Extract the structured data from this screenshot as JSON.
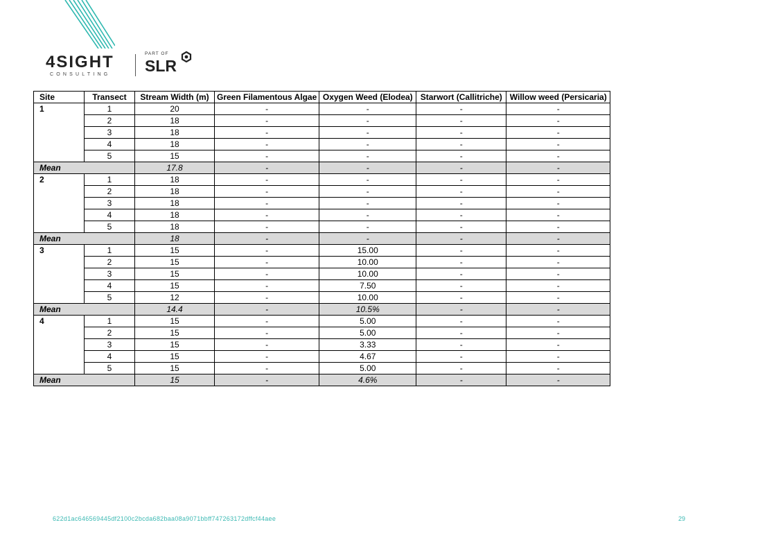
{
  "header": {
    "logo_main": "4SIGHT",
    "logo_sub": "CONSULTING",
    "logo_part_of": "PART OF",
    "logo_parent": "SLR"
  },
  "table": {
    "headers": [
      "Site",
      "Transect",
      "Stream Width (m)",
      "Green Filamentous Algae",
      "Oxygen Weed (Elodea)",
      "Starwort (Callitriche)",
      "Willow weed (Persicaria)"
    ],
    "sites": [
      {
        "site": "1",
        "rows": [
          [
            "1",
            "20",
            "-",
            "-",
            "-",
            "-"
          ],
          [
            "2",
            "18",
            "-",
            "-",
            "-",
            "-"
          ],
          [
            "3",
            "18",
            "-",
            "-",
            "-",
            "-"
          ],
          [
            "4",
            "18",
            "-",
            "-",
            "-",
            "-"
          ],
          [
            "5",
            "15",
            "-",
            "-",
            "-",
            "-"
          ]
        ],
        "mean_label": "Mean",
        "mean": [
          "17.8",
          "-",
          "-",
          "-",
          "-"
        ]
      },
      {
        "site": "2",
        "rows": [
          [
            "1",
            "18",
            "-",
            "-",
            "-",
            "-"
          ],
          [
            "2",
            "18",
            "-",
            "-",
            "-",
            "-"
          ],
          [
            "3",
            "18",
            "-",
            "-",
            "-",
            "-"
          ],
          [
            "4",
            "18",
            "-",
            "-",
            "-",
            "-"
          ],
          [
            "5",
            "18",
            "-",
            "-",
            "-",
            "-"
          ]
        ],
        "mean_label": "Mean",
        "mean": [
          "18",
          "-",
          "-",
          "-",
          "-"
        ]
      },
      {
        "site": "3",
        "rows": [
          [
            "1",
            "15",
            "-",
            "15.00",
            "-",
            "-"
          ],
          [
            "2",
            "15",
            "-",
            "10.00",
            "-",
            "-"
          ],
          [
            "3",
            "15",
            "-",
            "10.00",
            "-",
            "-"
          ],
          [
            "4",
            "15",
            "-",
            "7.50",
            "-",
            "-"
          ],
          [
            "5",
            "12",
            "-",
            "10.00",
            "-",
            "-"
          ]
        ],
        "mean_label": "Mean",
        "mean": [
          "14.4",
          "-",
          "10.5%",
          "-",
          "-"
        ]
      },
      {
        "site": "4",
        "rows": [
          [
            "1",
            "15",
            "-",
            "5.00",
            "-",
            "-"
          ],
          [
            "2",
            "15",
            "-",
            "5.00",
            "-",
            "-"
          ],
          [
            "3",
            "15",
            "-",
            "3.33",
            "-",
            "-"
          ],
          [
            "4",
            "15",
            "-",
            "4.67",
            "-",
            "-"
          ],
          [
            "5",
            "15",
            "-",
            "5.00",
            "-",
            "-"
          ]
        ],
        "mean_label": "Mean",
        "mean": [
          "15",
          "-",
          "4.6%",
          "-",
          "-"
        ]
      }
    ]
  },
  "footer": {
    "doc_id": "622d1ac646569445df2100c2bcda682baa08a9071bbff747263172dffcf44aee",
    "page_number": "29"
  },
  "colors": {
    "accent": "#3cb9b3",
    "mean_row_bg": "#d9d9d9"
  }
}
